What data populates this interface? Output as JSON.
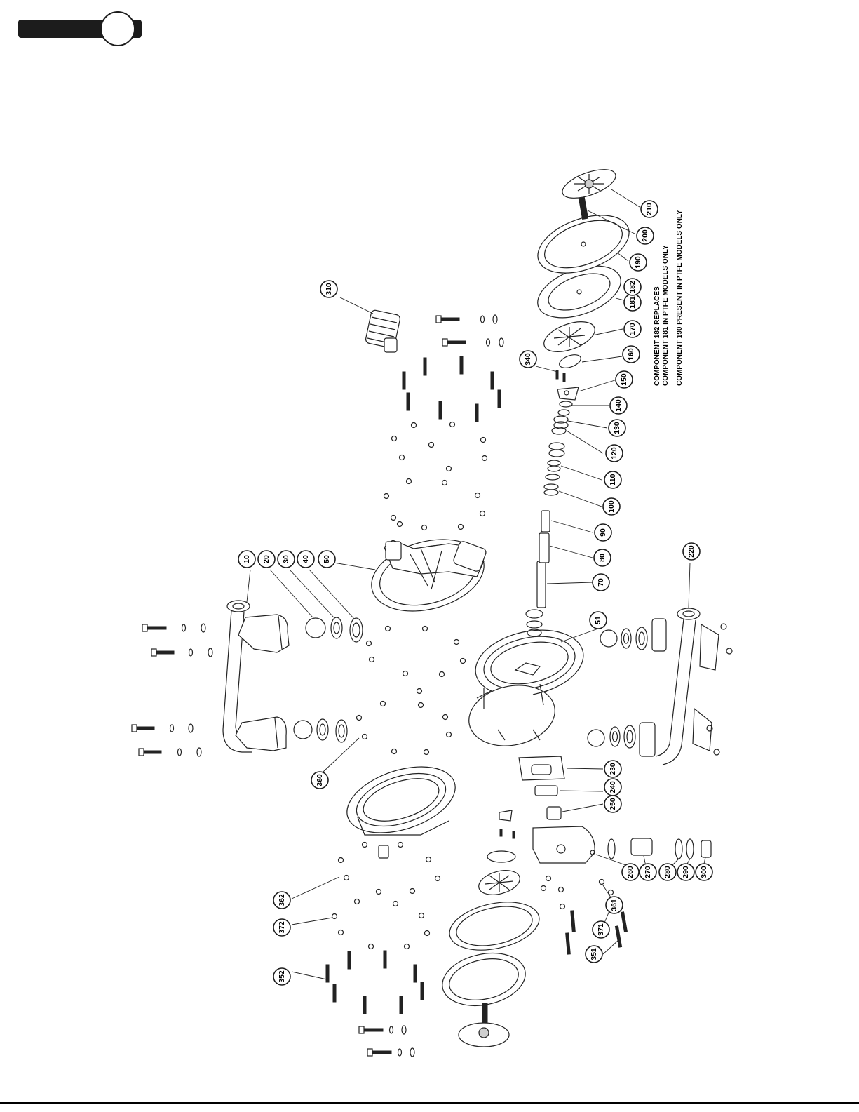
{
  "callouts": [
    {
      "label": "10"
    },
    {
      "label": "20"
    },
    {
      "label": "30"
    },
    {
      "label": "40"
    },
    {
      "label": "50"
    },
    {
      "label": "51"
    },
    {
      "label": "70"
    },
    {
      "label": "80"
    },
    {
      "label": "90"
    },
    {
      "label": "100"
    },
    {
      "label": "110"
    },
    {
      "label": "120"
    },
    {
      "label": "130"
    },
    {
      "label": "140"
    },
    {
      "label": "150"
    },
    {
      "label": "160"
    },
    {
      "label": "170"
    },
    {
      "label": "181"
    },
    {
      "label": "182"
    },
    {
      "label": "190"
    },
    {
      "label": "200"
    },
    {
      "label": "210"
    },
    {
      "label": "220"
    },
    {
      "label": "230"
    },
    {
      "label": "240"
    },
    {
      "label": "250"
    },
    {
      "label": "260"
    },
    {
      "label": "270"
    },
    {
      "label": "280"
    },
    {
      "label": "290"
    },
    {
      "label": "300"
    },
    {
      "label": "310"
    },
    {
      "label": "340"
    },
    {
      "label": "351"
    },
    {
      "label": "352"
    },
    {
      "label": "360"
    },
    {
      "label": "361"
    },
    {
      "label": "362"
    },
    {
      "label": "371"
    },
    {
      "label": "372"
    }
  ],
  "notes": {
    "line1": "COMPONENT 182 REPLACES",
    "line2": "COMPONENT 181 IN PTFE MODELS ONLY",
    "line3": "COMPONENT 190 PRESENT IN PTFE MODELS ONLY"
  },
  "colors": {
    "ink": "#1c1c1c",
    "paper": "#ffffff"
  }
}
